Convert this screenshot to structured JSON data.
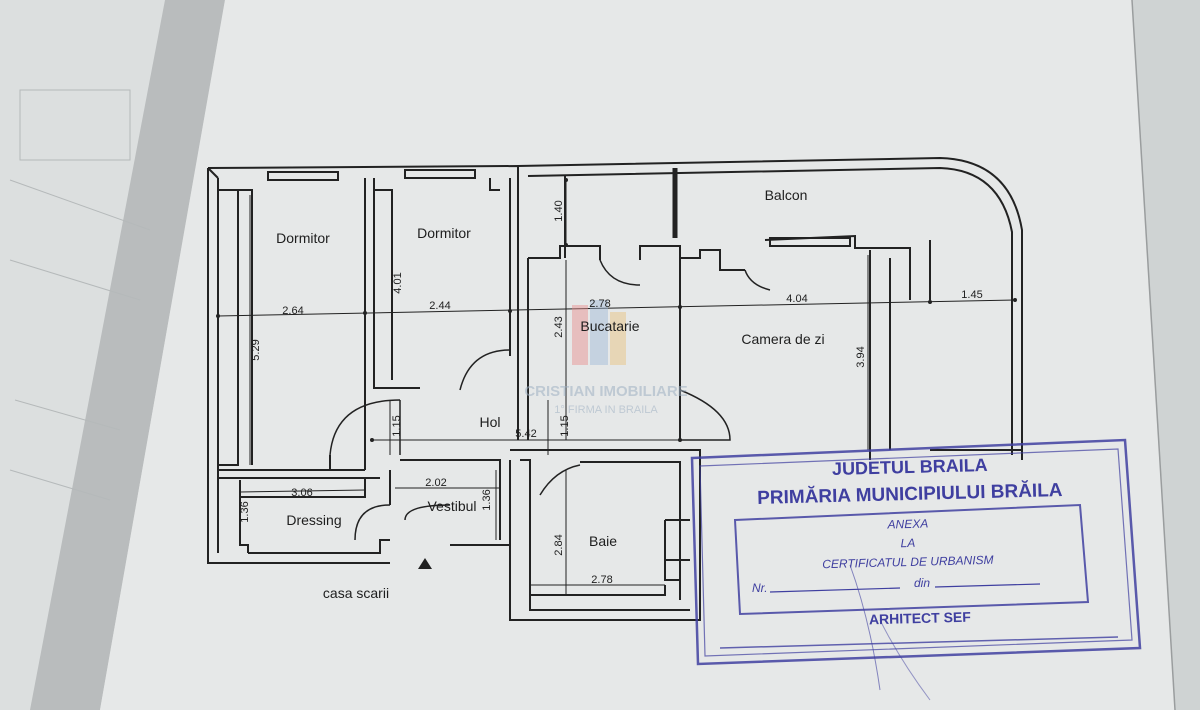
{
  "rooms": {
    "dormitor_left": "Dormitor",
    "dormitor_right": "Dormitor",
    "balcon": "Balcon",
    "bucatarie": "Bucatarie",
    "camera_de_zi": "Camera de zi",
    "hol": "Hol",
    "dressing": "Dressing",
    "vestibul": "Vestibul",
    "baie": "Baie",
    "casa_scarii": "casa scarii"
  },
  "dimensions": {
    "d_2_64": "2.64",
    "d_2_44": "2.44",
    "d_2_78_top": "2.78",
    "d_4_04": "4.04",
    "d_1_45": "1.45",
    "d_1_40": "1.40",
    "d_4_01": "4.01",
    "d_5_29": "5.29",
    "d_2_43": "2.43",
    "d_3_94": "3.94",
    "d_1_15_a": "1.15",
    "d_1_15_b": "1.15",
    "d_5_42": "5.42",
    "d_3_06": "3.06",
    "d_2_02": "2.02",
    "d_1_36_a": "1.36",
    "d_1_36_b": "1.36",
    "d_2_84": "2.84",
    "d_2_78_bottom": "2.78"
  },
  "watermark": {
    "brand": "CRISTIAN IMOBILIARE",
    "tagline": "1° FIRMA IN BRAILA"
  },
  "stamp": {
    "county": "JUDETUL BRAILA",
    "institution": "PRIMĂRIA MUNICIPIULUI BRĂILA",
    "anexa": "ANEXA",
    "la": "LA",
    "certificat": "CERTIFICATUL DE URBANISM",
    "nr": "Nr.",
    "din": "din",
    "arhitect": "ARHITECT SEF"
  },
  "colors": {
    "paper": "#e6e8e8",
    "ink": "#222222",
    "stamp": "#3f3fa0"
  }
}
